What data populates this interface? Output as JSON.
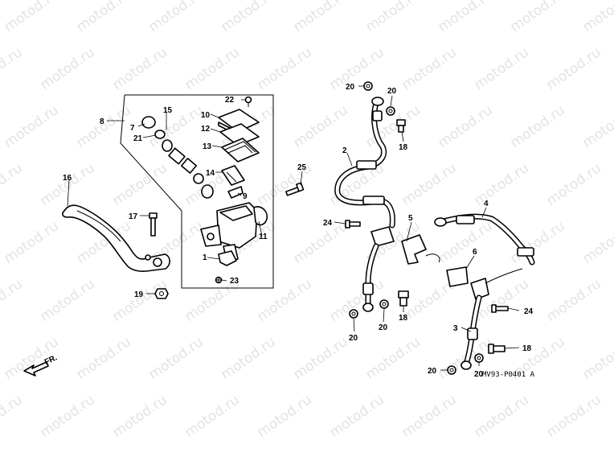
{
  "watermark": {
    "text": "motod.ru",
    "color": "#e3e3e3"
  },
  "diagram": {
    "reference_code": "MV93-P0401 A",
    "direction_label": "FR."
  },
  "callouts": {
    "c1": "1",
    "c2": "2",
    "c3": "3",
    "c4": "4",
    "c5": "5",
    "c6": "6",
    "c7": "7",
    "c8": "8",
    "c9": "9",
    "c10": "10",
    "c11": "11",
    "c12": "12",
    "c13": "13",
    "c14": "14",
    "c15": "15",
    "c16": "16",
    "c17": "17",
    "c18a": "18",
    "c18b": "18",
    "c18c": "18",
    "c19": "19",
    "c20a": "20",
    "c20b": "20",
    "c20c": "20",
    "c20d": "20",
    "c20e": "20",
    "c20f": "20",
    "c21": "21",
    "c22": "22",
    "c23": "23",
    "c24a": "24",
    "c24b": "24",
    "c25": "25"
  }
}
